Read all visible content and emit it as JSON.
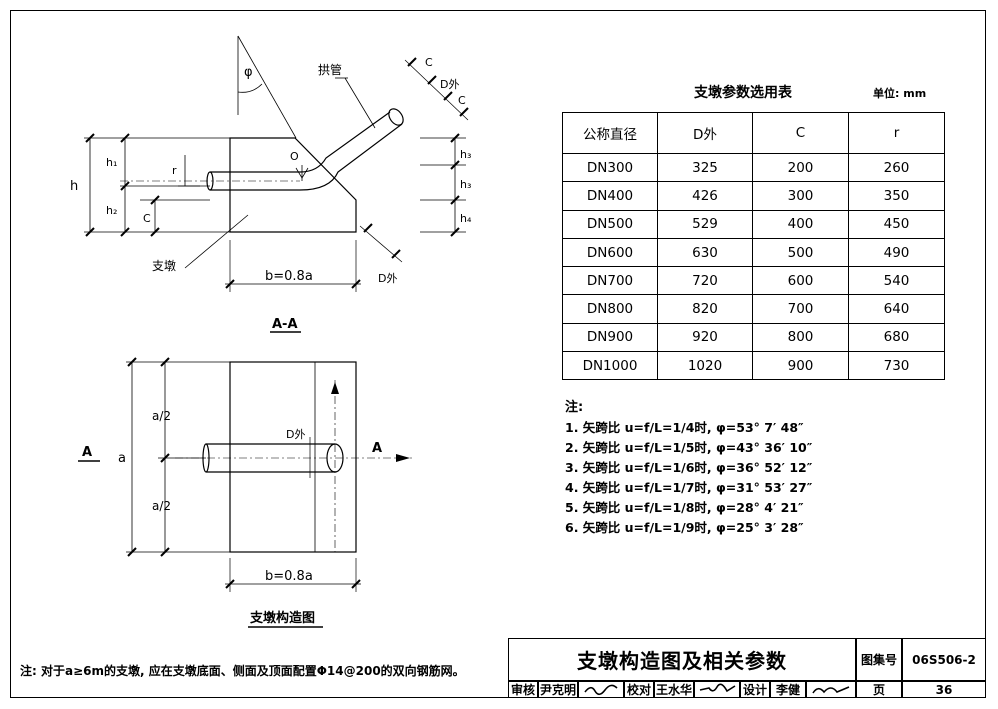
{
  "drawing": {
    "section_label": "A-A",
    "plan_label": "支墩构造图",
    "callout_arch_pipe": "拱管",
    "callout_pier": "支墩",
    "dim_b": "b=0.8a",
    "dim_b_plan": "b=0.8a",
    "dim_h": "h",
    "dim_h1": "h₁",
    "dim_h2": "h₂",
    "dim_h3a": "h₃",
    "dim_h3b": "h₃",
    "dim_h4": "h₄",
    "dim_r": "r",
    "dim_c_left": "C",
    "dim_c_top1": "C",
    "dim_c_top2": "C",
    "dim_dout_top": "D外",
    "dim_dout_bottom": "D外",
    "dim_dout_plan": "D外",
    "dim_a": "a",
    "dim_a_half_top": "a/2",
    "dim_a_half_bottom": "a/2",
    "angle": "φ",
    "center_mark": "O",
    "section_mark_left": "A",
    "section_mark_right": "A"
  },
  "table": {
    "title": "支墩参数选用表",
    "unit": "单位: mm",
    "headers": [
      "公称直径",
      "D外",
      "C",
      "r"
    ],
    "rows": [
      [
        "DN300",
        "325",
        "200",
        "260"
      ],
      [
        "DN400",
        "426",
        "300",
        "350"
      ],
      [
        "DN500",
        "529",
        "400",
        "450"
      ],
      [
        "DN600",
        "630",
        "500",
        "490"
      ],
      [
        "DN700",
        "720",
        "600",
        "540"
      ],
      [
        "DN800",
        "820",
        "700",
        "640"
      ],
      [
        "DN900",
        "920",
        "800",
        "680"
      ],
      [
        "DN1000",
        "1020",
        "900",
        "730"
      ]
    ]
  },
  "notes": {
    "title": "注:",
    "items": [
      "1. 矢跨比 u=f/L=1/4时, φ=53° 7′ 48″",
      "2. 矢跨比 u=f/L=1/5时, φ=43° 36′ 10″",
      "3. 矢跨比 u=f/L=1/6时, φ=36° 52′ 12″",
      "4. 矢跨比 u=f/L=1/7时, φ=31° 53′ 27″",
      "5. 矢跨比 u=f/L=1/8时, φ=28° 4′ 21″",
      "6. 矢跨比 u=f/L=1/9时, φ=25° 3′ 28″"
    ]
  },
  "bottom_note": "注: 对于a≥6m的支墩, 应在支墩底面、侧面及顶面配置Φ14@200的双向钢筋网。",
  "title_block": {
    "title": "支墩构造图及相关参数",
    "atlas_label": "图集号",
    "atlas_no": "06S506-2",
    "review_label": "审核",
    "reviewer": "尹克明",
    "check_label": "校对",
    "checker": "王水华",
    "design_label": "设计",
    "designer": "李健",
    "page_label": "页",
    "page_no": "36"
  }
}
